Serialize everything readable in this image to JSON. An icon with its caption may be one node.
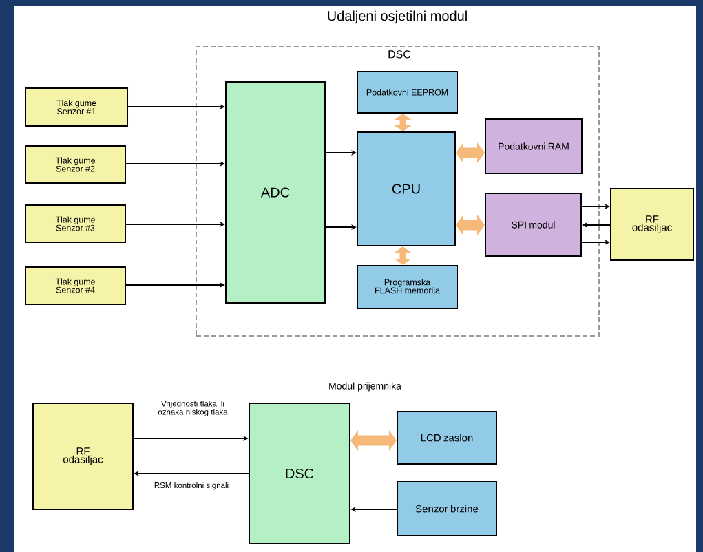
{
  "diagram": {
    "title": "Udaljeni osjetilni modul",
    "nodes": [
      {
        "text": [
          "DSC"
        ]
      },
      {
        "text": [
          "Tlak gume Senzor #1"
        ]
      },
      {
        "text": [
          "Tlak gume Senzor #2"
        ]
      },
      {
        "text": [
          "Tlak gume Senzor #3"
        ]
      },
      {
        "text": [
          "Tlak gume Senzor #4"
        ]
      },
      {
        "text": [
          "ADC"
        ],
        "in": 0
      },
      {
        "text": [
          "Podatkovni EEPROM"
        ],
        "in": 0
      },
      {
        "text": [
          "CPU"
        ],
        "in": 0
      },
      {
        "text": [
          "Podatkovni RAM"
        ],
        "in": 0
      },
      {
        "text": [
          "SPI modul"
        ],
        "in": 0
      },
      {
        "text": [
          "Programska FLASH memorija"
        ],
        "in": 0
      },
      {
        "text": [
          "RF odasiljac"
        ]
      },
      {
        "text": [
          "RF odasiljac"
        ]
      },
      {
        "text": [
          "DSC"
        ]
      },
      {
        "text": [
          "LCD zaslon"
        ]
      },
      {
        "text": [
          "Senzor brzine"
        ]
      }
    ],
    "edges": [
      {
        "from": 1,
        "to": 5,
        "arrow": "to"
      },
      {
        "from": 2,
        "to": 5,
        "arrow": "to"
      },
      {
        "from": 3,
        "to": 5,
        "arrow": "to"
      },
      {
        "from": 4,
        "to": 5,
        "arrow": "to"
      },
      {
        "from": 5,
        "to": 7,
        "arrow": "to"
      },
      {
        "from": 5,
        "to": 7,
        "arrow": "to"
      },
      {
        "from": 6,
        "to": 7,
        "arrow": "both",
        "style": "thick",
        "color": "#f5b97a"
      },
      {
        "from": 7,
        "to": 8,
        "arrow": "both",
        "style": "thick",
        "color": "#f5b97a"
      },
      {
        "from": 7,
        "to": 9,
        "arrow": "both",
        "style": "thick",
        "color": "#f5b97a"
      },
      {
        "from": 10,
        "to": 7,
        "arrow": "both",
        "style": "thick",
        "color": "#f5b97a"
      },
      {
        "from": 9,
        "to": 11,
        "arrow": "to"
      },
      {
        "from": 11,
        "to": 9,
        "arrow": "to"
      },
      {
        "from": 9,
        "to": 11,
        "arrow": "to"
      },
      {
        "from": 12,
        "to": 13,
        "arrow": "to",
        "label": "Vrijednosti tlaka ili oznaka niskog tlaka"
      },
      {
        "from": 13,
        "to": 12,
        "arrow": "to",
        "label": "RSM kontrolni signali"
      },
      {
        "from": 13,
        "to": 14,
        "arrow": "both",
        "style": "thick",
        "color": "#f5b97a"
      },
      {
        "from": 15,
        "to": 13,
        "arrow": "to"
      }
    ],
    "labels": [
      "Modul prijemnika"
    ]
  }
}
